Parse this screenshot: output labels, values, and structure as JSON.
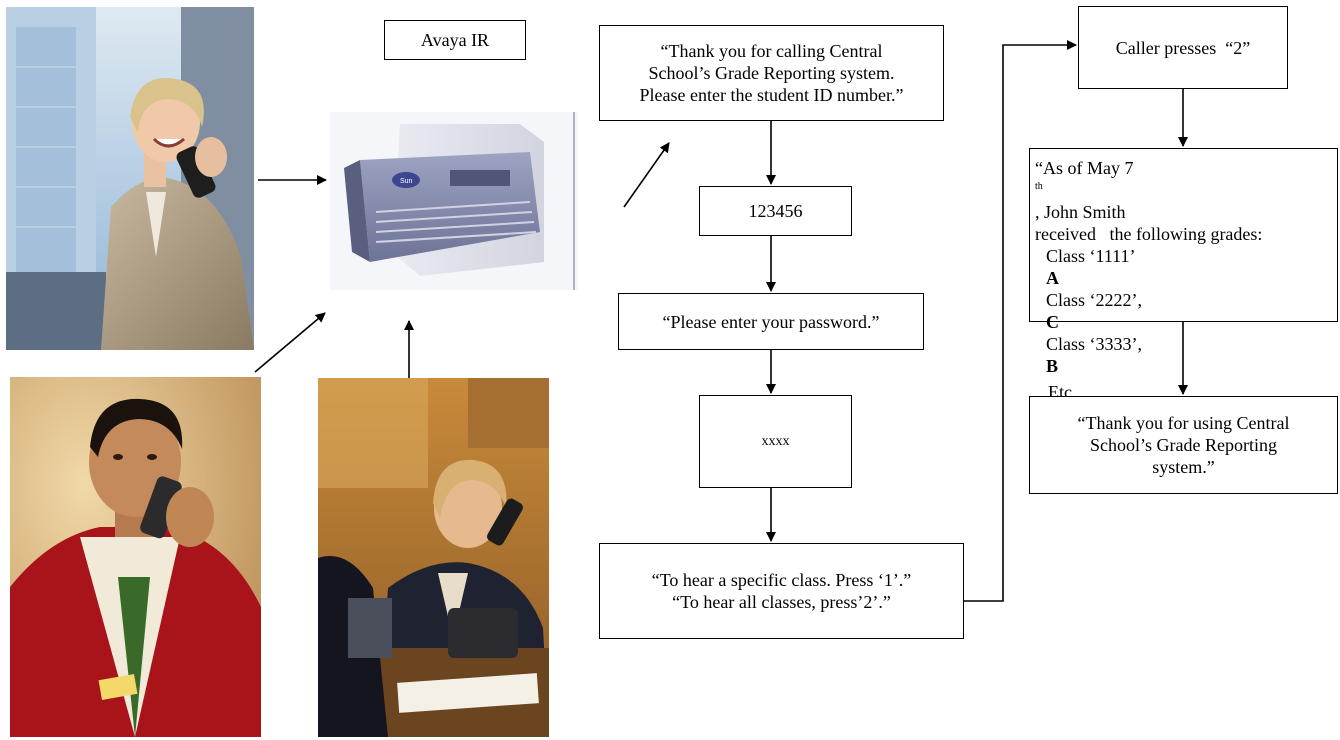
{
  "server_label": "Avaya IR",
  "flow": {
    "greeting": [
      "“Thank you for calling Central",
      "School’s Grade Reporting system.",
      "Please enter the student ID number.”"
    ],
    "student_id": "123456",
    "password_prompt": "“Please enter your password.”",
    "password_entry": "xxxx",
    "menu": [
      "“To hear a specific class. Press ‘1’.”",
      "“To hear all classes, press’2’.”"
    ],
    "caller_choice": "Caller presses  “2”",
    "grades_intro_a": "“As of May 7",
    "grades_intro_sup": "th",
    "grades_intro_b": ", John Smith",
    "grades_intro_2": "received   the following grades:",
    "grades": [
      {
        "label": "Class ‘1111’  ",
        "grade": "A"
      },
      {
        "label": "Class ‘2222’, ",
        "grade": "C"
      },
      {
        "label": "Class ‘3333’, ",
        "grade": "B"
      }
    ],
    "grades_etc": "Etc.",
    "closing": [
      "“Thank you for using Central",
      "School’s Grade Reporting",
      "system.”"
    ]
  },
  "colors": {
    "line": "#000000",
    "server_body": "#8a8fb0",
    "jacket_red": "#a8141a",
    "sky_blue": "#8eb4d6"
  },
  "icons": [
    "phone-caller-woman-photo",
    "phone-caller-man-photo",
    "phone-caller-office-photo",
    "ivr-server-icon"
  ]
}
